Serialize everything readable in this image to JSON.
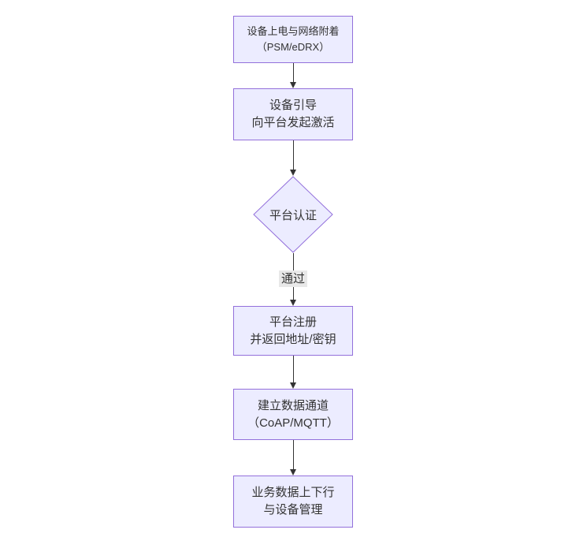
{
  "diagram": {
    "type": "flowchart-top-down",
    "colors": {
      "canvas_bg": "#ffffff",
      "node_fill": "#ECECFF",
      "node_border": "#9370DB",
      "text": "#333333",
      "edge": "#333333",
      "edge_label_bg": "#e8e8e8"
    },
    "nodes": [
      {
        "id": "A",
        "shape": "rect",
        "lines": [
          "设备上电与网络附着",
          "（PSM/eDRX）"
        ]
      },
      {
        "id": "B",
        "shape": "rect",
        "lines": [
          "设备引导",
          "向平台发起激活"
        ]
      },
      {
        "id": "C",
        "shape": "diamond",
        "lines": [
          "平台认证"
        ]
      },
      {
        "id": "D",
        "shape": "rect",
        "lines": [
          "平台注册",
          "并返回地址/密钥"
        ]
      },
      {
        "id": "E",
        "shape": "rect",
        "lines": [
          "建立数据通道",
          "（CoAP/MQTT）"
        ]
      },
      {
        "id": "F",
        "shape": "rect",
        "lines": [
          "业务数据上下行",
          "与设备管理"
        ]
      }
    ],
    "edges": [
      {
        "from": "A",
        "to": "B",
        "label": ""
      },
      {
        "from": "B",
        "to": "C",
        "label": ""
      },
      {
        "from": "C",
        "to": "D",
        "label": "通过"
      },
      {
        "from": "D",
        "to": "E",
        "label": ""
      },
      {
        "from": "E",
        "to": "F",
        "label": ""
      }
    ]
  }
}
